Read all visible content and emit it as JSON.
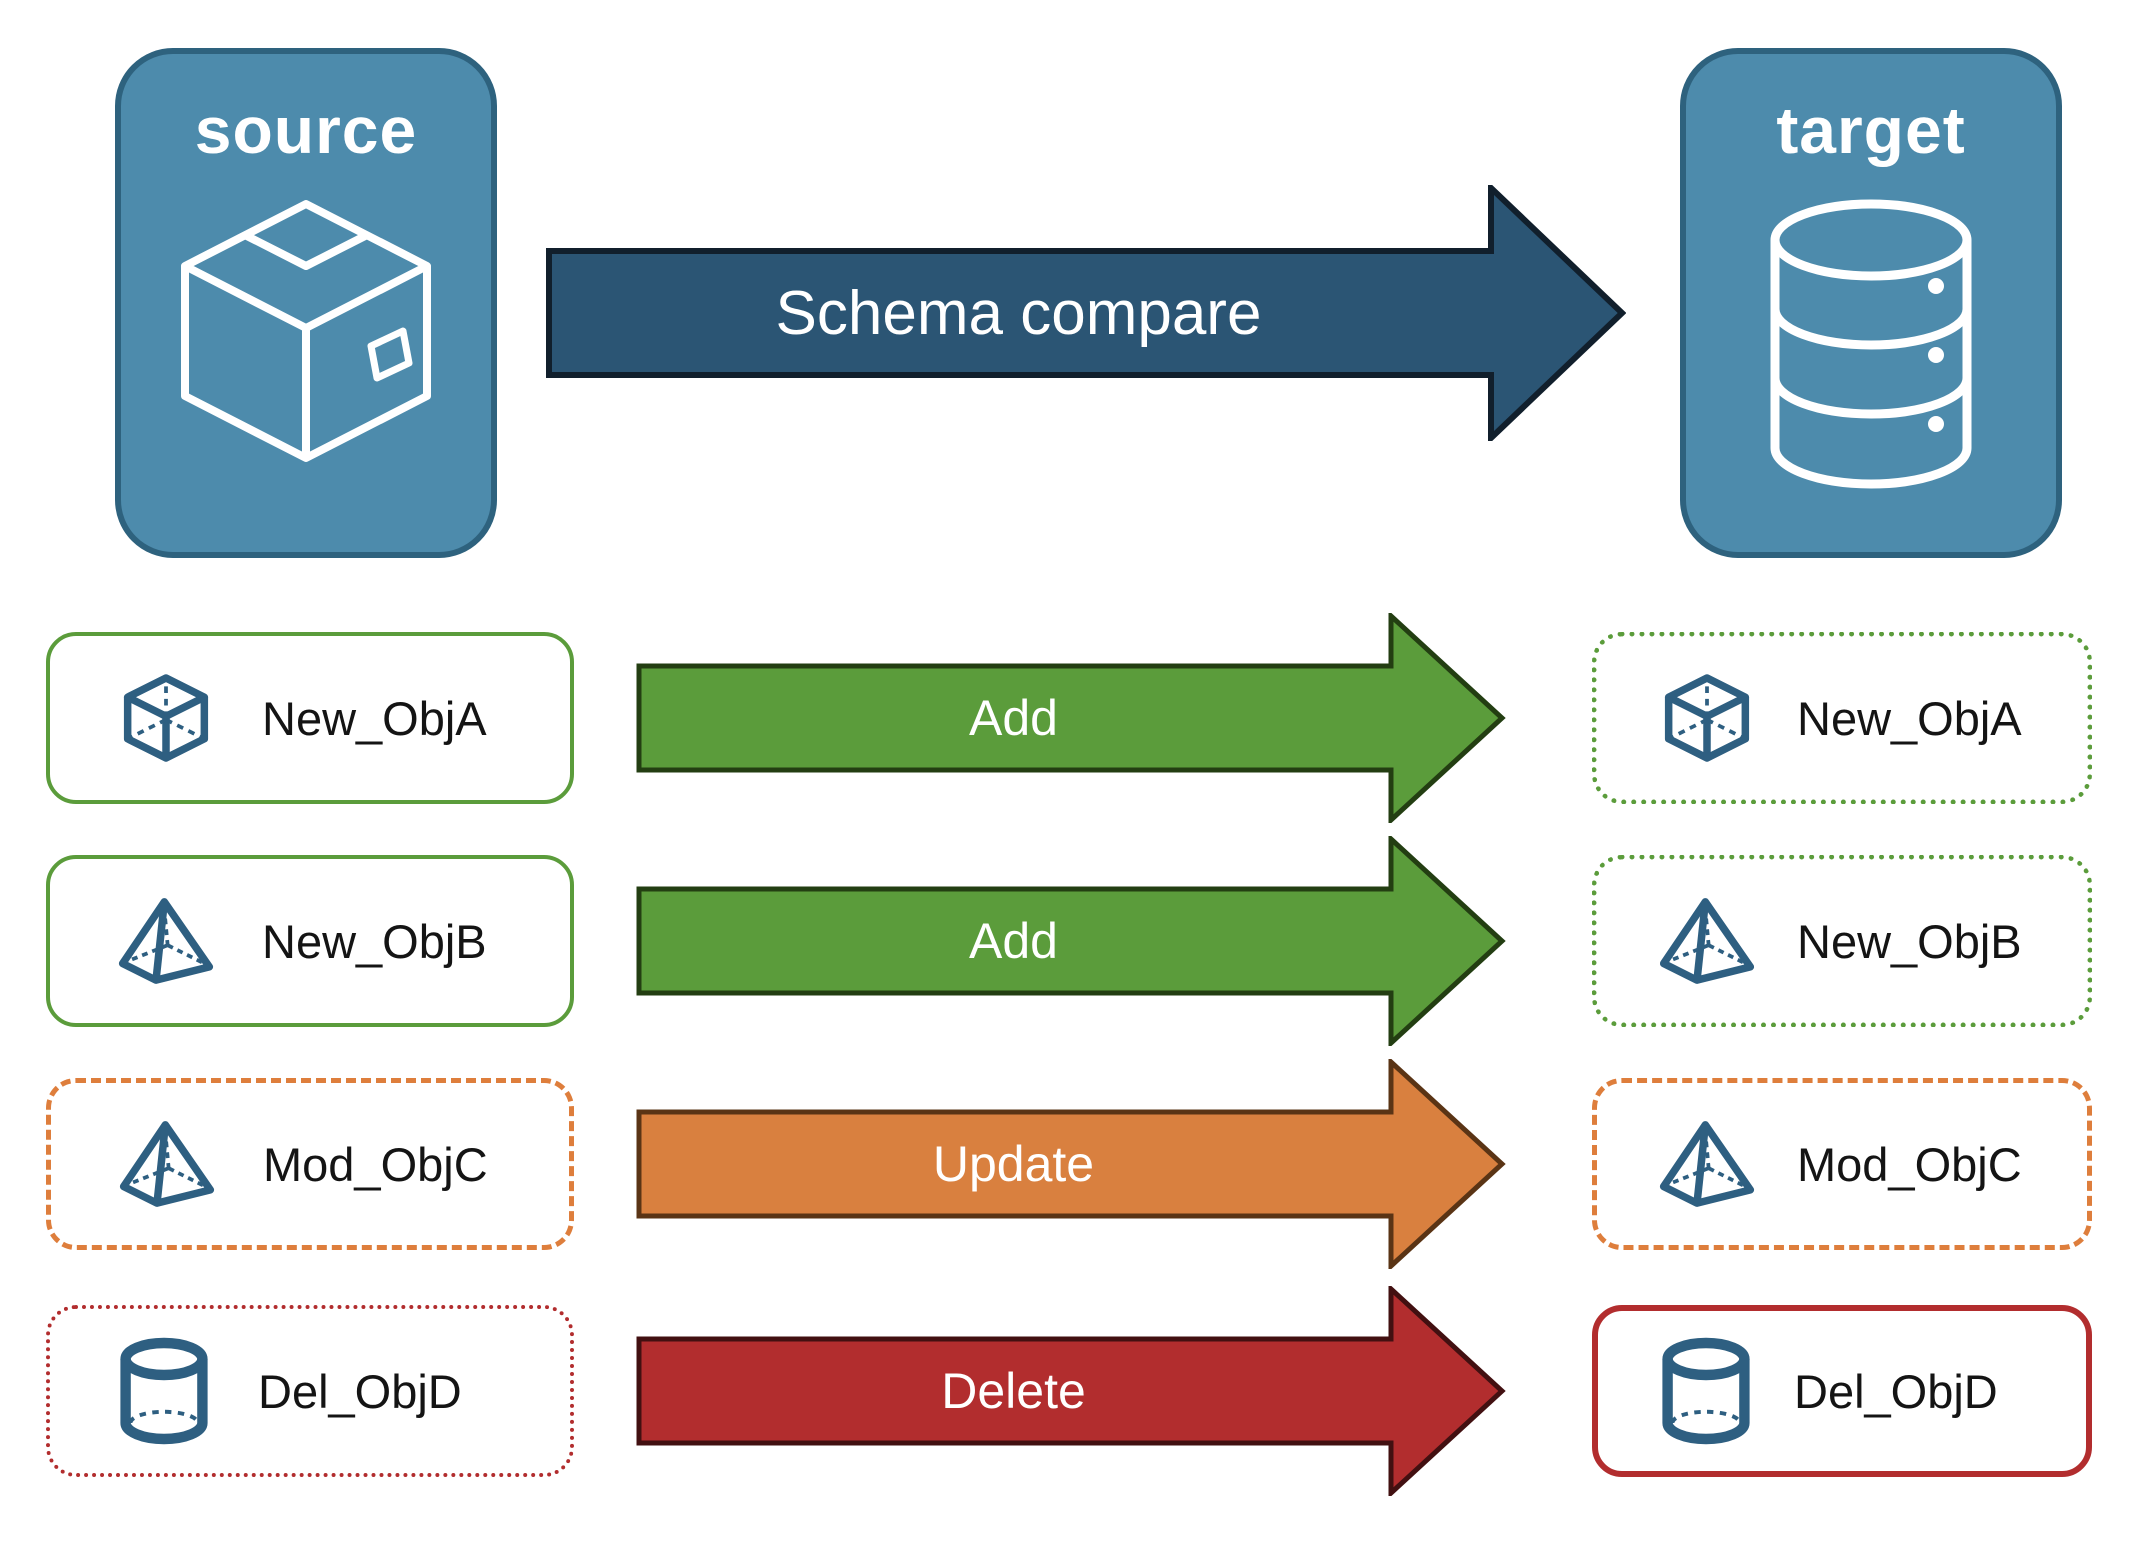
{
  "header": {
    "source": {
      "label": "source",
      "icon": "package-icon"
    },
    "target": {
      "label": "target",
      "icon": "database-icon"
    },
    "arrow": {
      "label": "Schema compare",
      "fill": "#2B5574",
      "stroke": "#111F2C"
    }
  },
  "rows": [
    {
      "object": "New_ObjA",
      "icon": "cube-icon",
      "action": "Add",
      "arrow_fill": "#5B9C3B",
      "arrow_stroke": "#233E12",
      "left_border": "solid green",
      "right_border": "dotted green"
    },
    {
      "object": "New_ObjB",
      "icon": "pyramid-icon",
      "action": "Add",
      "arrow_fill": "#5B9C3B",
      "arrow_stroke": "#233E12",
      "left_border": "solid green",
      "right_border": "dotted green"
    },
    {
      "object": "Mod_ObjC",
      "icon": "pyramid-icon",
      "action": "Update",
      "arrow_fill": "#D9803F",
      "arrow_stroke": "#5A3415",
      "left_border": "dashed orange",
      "right_border": "dashed orange"
    },
    {
      "object": "Del_ObjD",
      "icon": "cylinder-icon",
      "action": "Delete",
      "arrow_fill": "#B22D2E",
      "arrow_stroke": "#421011",
      "left_border": "dotted red",
      "right_border": "solid red"
    }
  ],
  "colors": {
    "node_fill": "#4D8BAC",
    "node_border": "#2E627E",
    "schema_arrow_fill": "#2B5574",
    "schema_arrow_stroke": "#111F2C",
    "add_green": "#5B9C3B",
    "add_green_dark": "#233E12",
    "update_orange": "#D9803F",
    "update_orange_border": "#DE7E3C",
    "update_orange_dark": "#5A3415",
    "delete_red": "#B22D2E",
    "delete_red_dark": "#421011",
    "icon_blue": "#2E5F81",
    "label_text": "#141414"
  }
}
